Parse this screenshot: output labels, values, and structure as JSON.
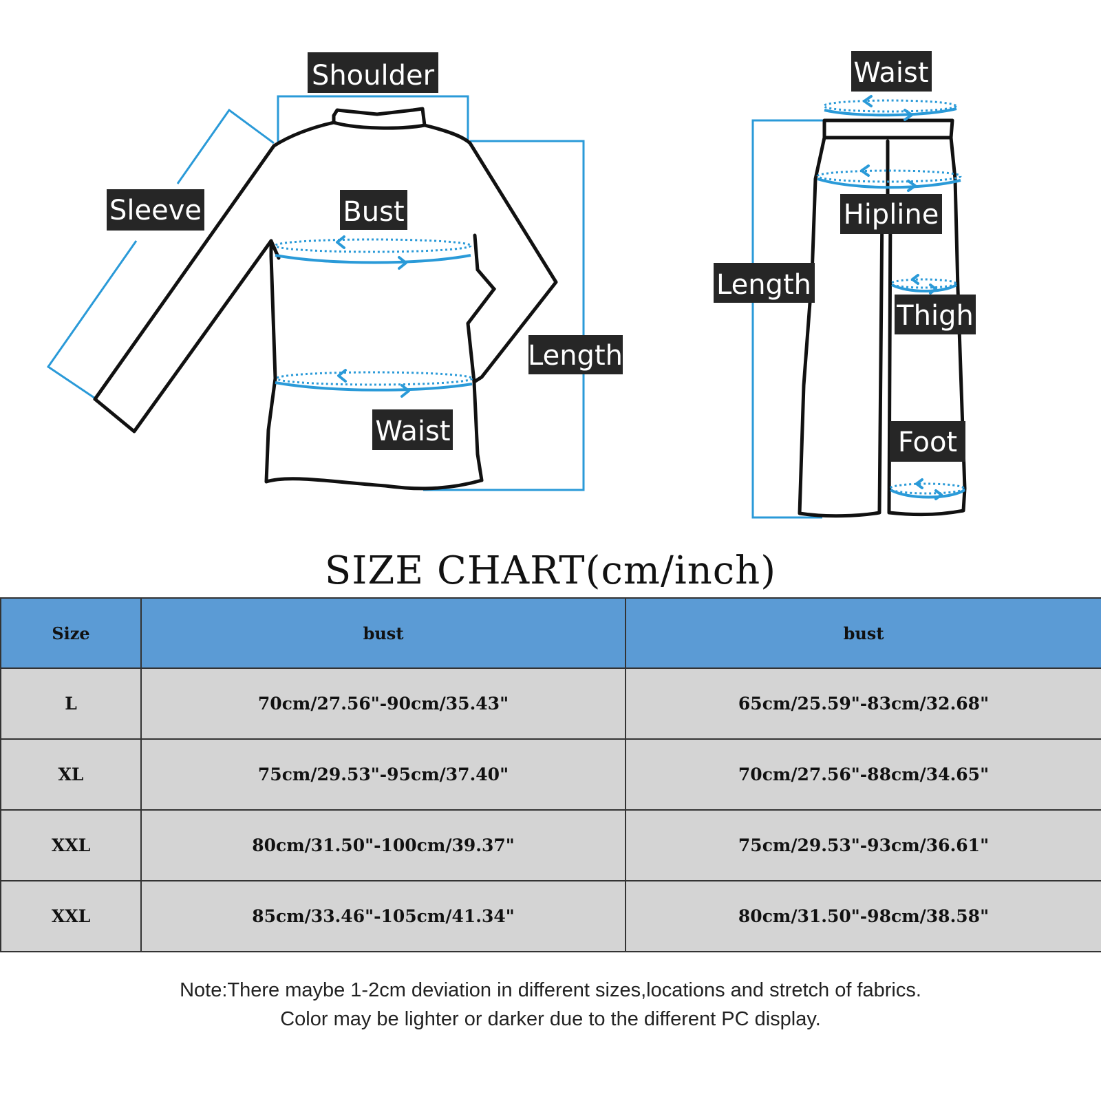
{
  "top_labels": {
    "shoulder": "Shoulder",
    "sleeve": "Sleeve",
    "bust": "Bust",
    "top_length": "Length",
    "top_waist": "Waist",
    "pants_waist": "Waist",
    "hipline": "Hipline",
    "pants_length": "Length",
    "thigh": "Thigh",
    "foot": "Foot"
  },
  "title": "SIZE CHART(cm/inch)",
  "table": {
    "headers": [
      "Size",
      "bust",
      "bust"
    ],
    "rows": [
      [
        "L",
        "70cm/27.56\"-90cm/35.43\"",
        "65cm/25.59\"-83cm/32.68\""
      ],
      [
        "XL",
        "75cm/29.53\"-95cm/37.40\"",
        "70cm/27.56\"-88cm/34.65\""
      ],
      [
        "XXL",
        "80cm/31.50\"-100cm/39.37\"",
        "75cm/29.53\"-93cm/36.61\""
      ],
      [
        "XXL",
        "85cm/33.46\"-105cm/41.34\"",
        "80cm/31.50\"-98cm/38.58\""
      ]
    ]
  },
  "note": {
    "line1": "Note:There maybe 1-2cm deviation in different sizes,locations and stretch of fabrics.",
    "line2": "Color may be lighter or darker due to the different PC display."
  },
  "colors": {
    "guide": "#2a9ad8",
    "header_bg": "#5b9bd5",
    "cell_bg": "#d4d4d4",
    "tag_bg": "#262626"
  }
}
